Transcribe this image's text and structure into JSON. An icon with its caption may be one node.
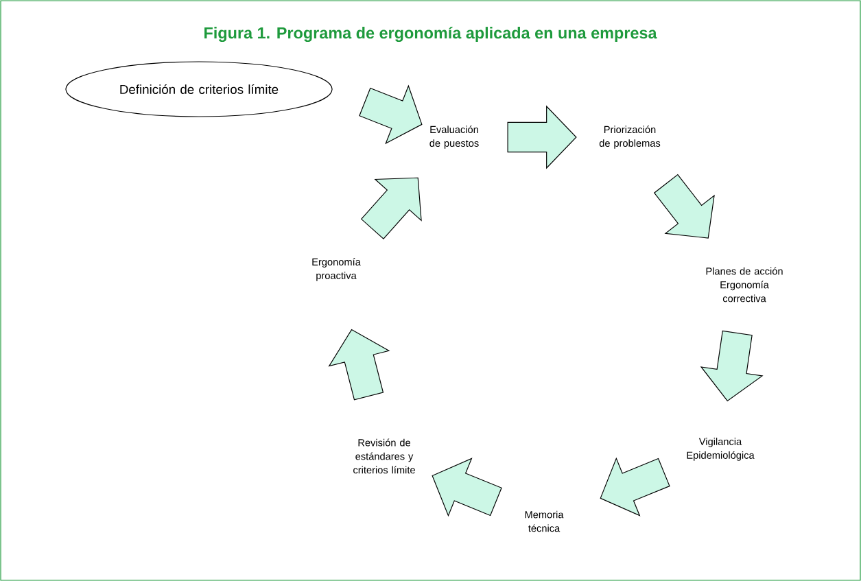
{
  "diagram": {
    "title": "Figura 1. Programa de ergonomía aplicada en una empresa",
    "nodes": [
      {
        "text": [
          "Definición de criterios límite"
        ]
      },
      {
        "text": [
          "Evaluación de puestos"
        ]
      },
      {
        "text": [
          "Priorización de problemas"
        ]
      },
      {
        "text": [
          "Planes de acción Ergonomía correctiva"
        ]
      },
      {
        "text": [
          "Vigilancia Epidemiológica"
        ]
      },
      {
        "text": [
          "Memoria técnica"
        ]
      },
      {
        "text": [
          "Revisión de estándares y criterios límite"
        ]
      },
      {
        "text": [
          "Ergonomía proactiva"
        ]
      }
    ],
    "edges": [
      {
        "from": 0,
        "to": 1,
        "arrow": "to"
      },
      {
        "from": 1,
        "to": 2,
        "arrow": "to"
      },
      {
        "from": 2,
        "to": 3,
        "arrow": "to"
      },
      {
        "from": 3,
        "to": 4,
        "arrow": "to"
      },
      {
        "from": 4,
        "to": 5,
        "arrow": "to"
      },
      {
        "from": 5,
        "to": 6,
        "arrow": "to"
      },
      {
        "from": 6,
        "to": 7,
        "arrow": "to"
      },
      {
        "from": 7,
        "to": 1,
        "arrow": "to"
      }
    ]
  }
}
